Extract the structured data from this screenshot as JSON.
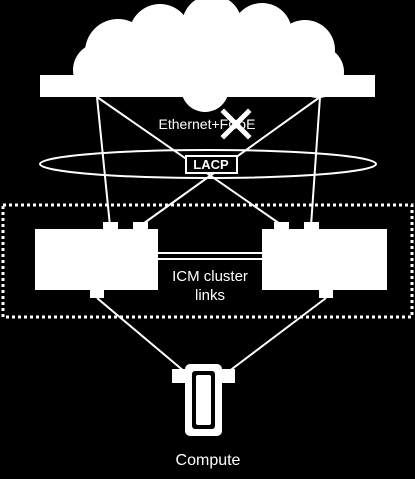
{
  "colors": {
    "background": "#000000",
    "foreground": "#ffffff",
    "icon_on_light": "#000000"
  },
  "labels": {
    "network_protocol": "Ethernet+FCoE",
    "aggregation": "LACP",
    "cluster_links": [
      "ICM cluster",
      "links"
    ],
    "endpoint": "Compute"
  },
  "icons": {
    "network_cloud": "cloud-icon",
    "disallowed_path": "cross-icon",
    "compute_server": "server-icon"
  }
}
